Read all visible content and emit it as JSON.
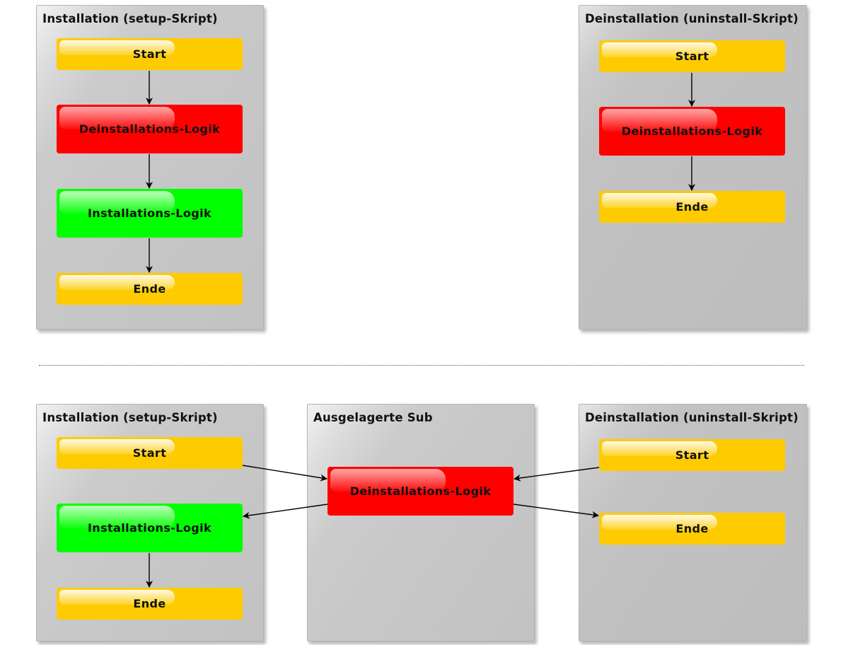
{
  "top": {
    "install_panel": {
      "title": "Installation (setup-Skript)",
      "nodes": {
        "start": "Start",
        "deinstall_logic": "Deinstallations-Logik",
        "install_logic": "Installations-Logik",
        "end": "Ende"
      }
    },
    "uninstall_panel": {
      "title": "Deinstallation (uninstall-Skript)",
      "nodes": {
        "start": "Start",
        "deinstall_logic": "Deinstallations-Logik",
        "end": "Ende"
      }
    }
  },
  "bottom": {
    "install_panel": {
      "title": "Installation (setup-Skript)",
      "nodes": {
        "start": "Start",
        "install_logic": "Installations-Logik",
        "end": "Ende"
      }
    },
    "sub_panel": {
      "title": "Ausgelagerte Sub",
      "nodes": {
        "deinstall_logic": "Deinstallations-Logik"
      }
    },
    "uninstall_panel": {
      "title": "Deinstallation (uninstall-Skript)",
      "nodes": {
        "start": "Start",
        "end": "Ende"
      }
    }
  },
  "colors": {
    "start_end": "#fecb00",
    "deinstall_logic": "#fe0000",
    "install_logic": "#00ff00",
    "panel": "#c8c8c8",
    "arrow": "#000000"
  }
}
